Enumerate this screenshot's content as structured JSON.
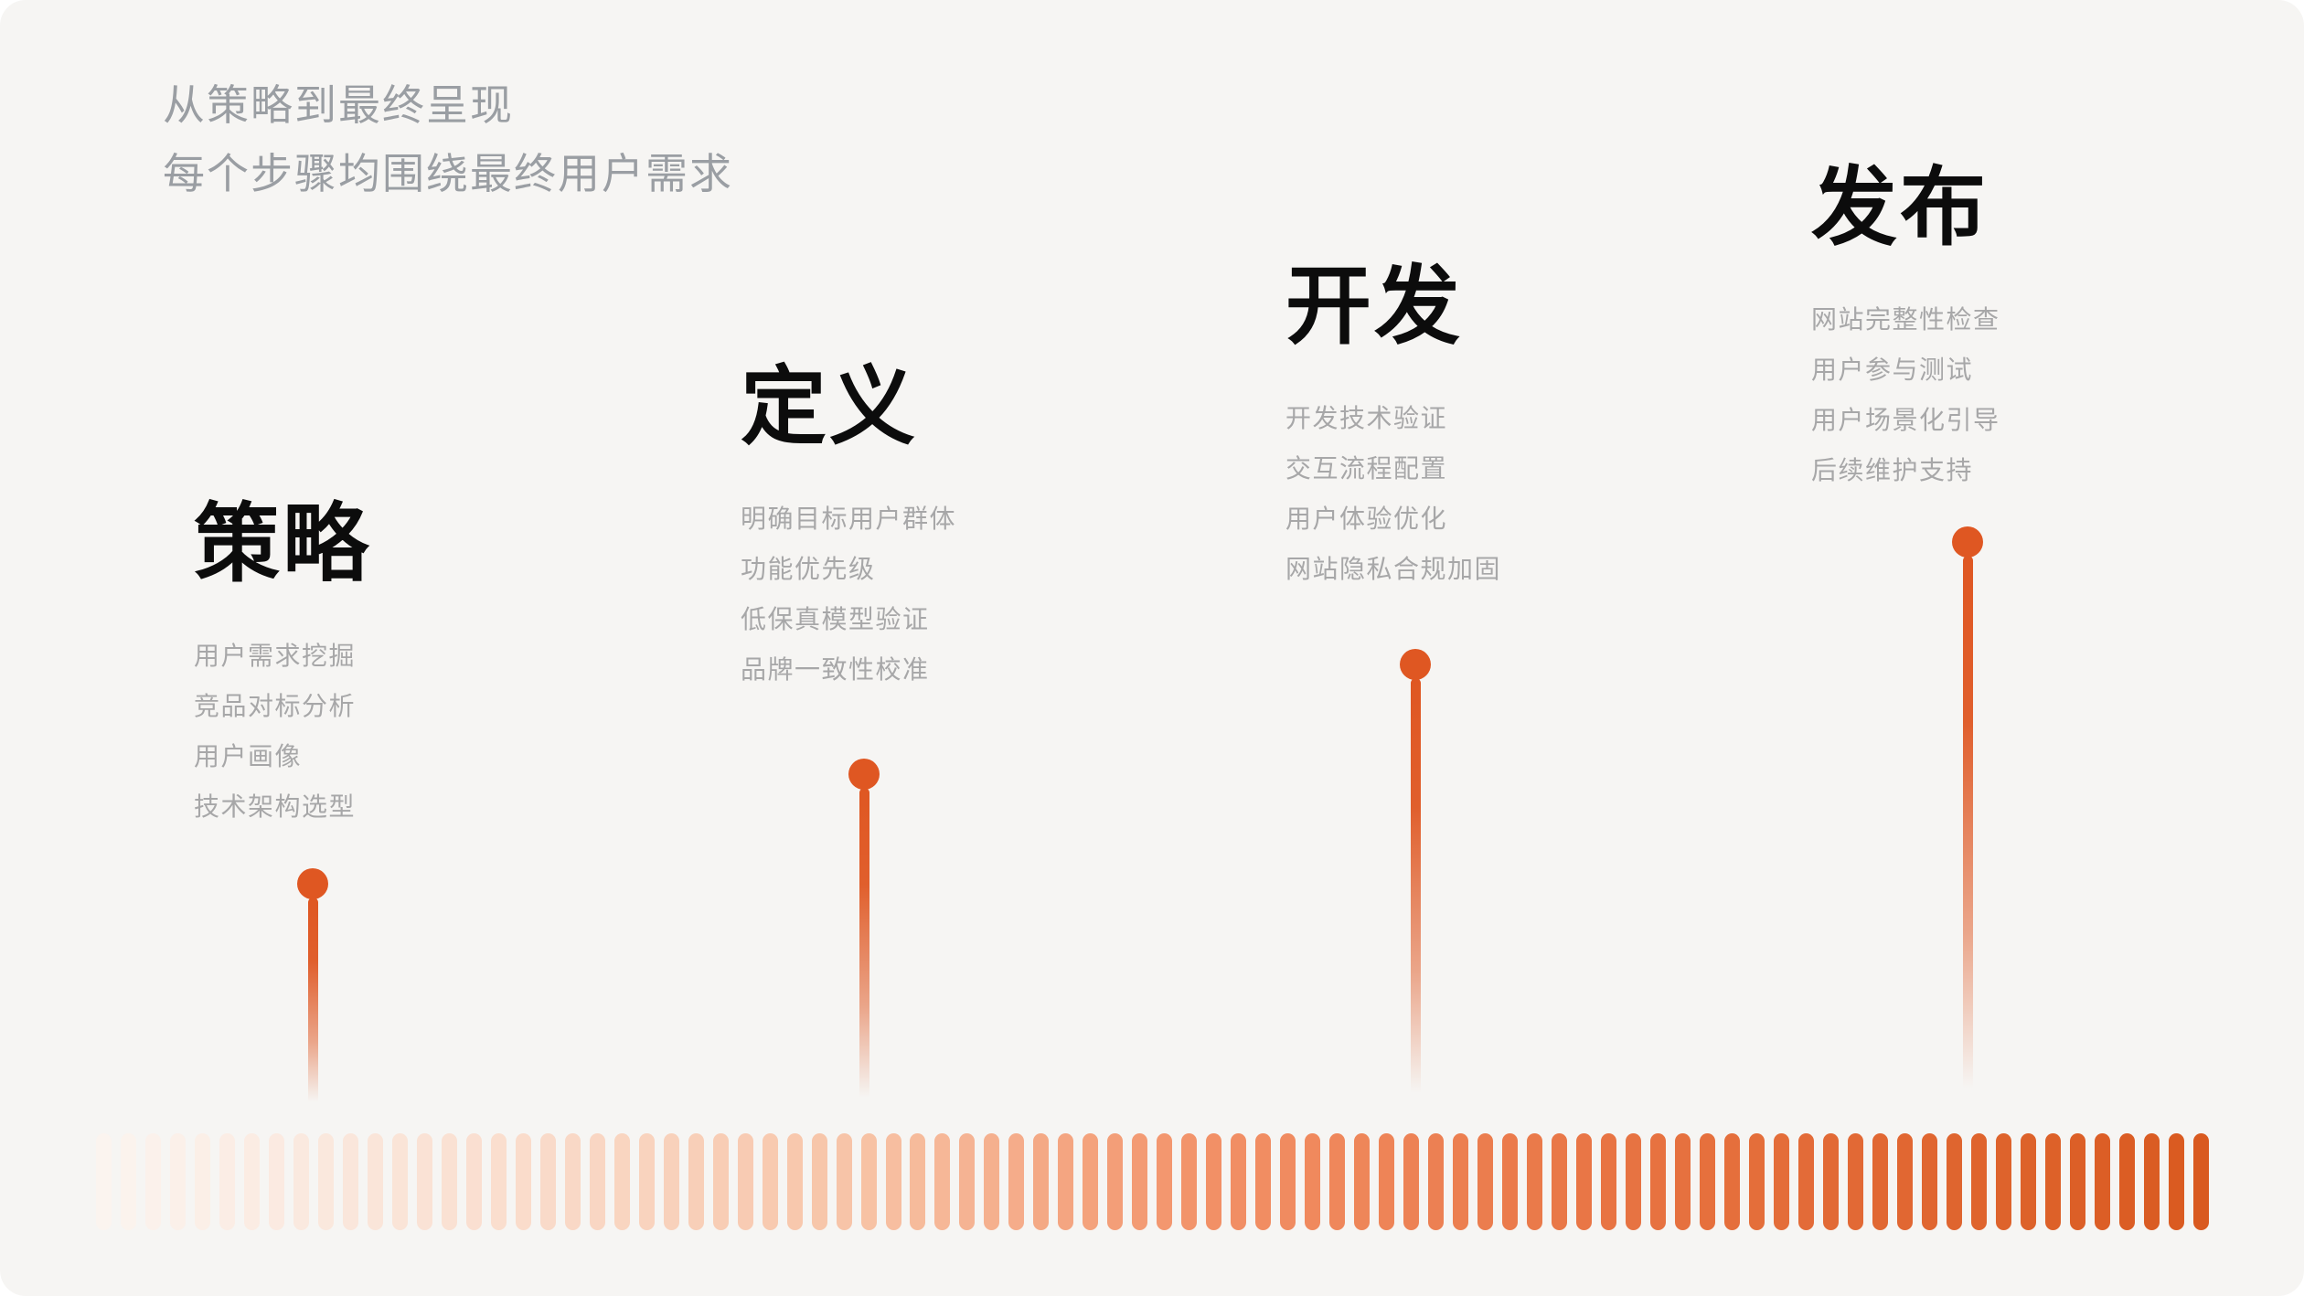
{
  "canvas": {
    "background": "#F6F5F3",
    "page_background": "#FFFFFF"
  },
  "header": {
    "line1": "从策略到最终呈现",
    "line2": "每个步骤均围绕最终用户需求",
    "color": "#9A9EA3"
  },
  "stages": [
    {
      "title": "策略",
      "items": [
        "用户需求挖掘",
        "竞品对标分析",
        "用户画像",
        "技术架构选型"
      ]
    },
    {
      "title": "定义",
      "items": [
        "明确目标用户群体",
        "功能优先级",
        "低保真模型验证",
        "品牌一致性校准"
      ]
    },
    {
      "title": "开发",
      "items": [
        "开发技术验证",
        "交互流程配置",
        "用户体验优化",
        "网站隐私合规加固"
      ]
    },
    {
      "title": "发布",
      "items": [
        "网站完整性检查",
        "用户参与测试",
        "用户场景化引导",
        "后续维护支持"
      ]
    }
  ],
  "timeline": {
    "accent_color": "#DF5722",
    "stripe_count": 86,
    "stripe_gradient_stops": [
      {
        "t": 0.0,
        "color": "#FBF4EF"
      },
      {
        "t": 0.18,
        "color": "#FADFD0"
      },
      {
        "t": 0.36,
        "color": "#F7C3A6"
      },
      {
        "t": 0.53,
        "color": "#F29066"
      },
      {
        "t": 0.72,
        "color": "#E87443"
      },
      {
        "t": 1.0,
        "color": "#D95A20"
      }
    ]
  }
}
